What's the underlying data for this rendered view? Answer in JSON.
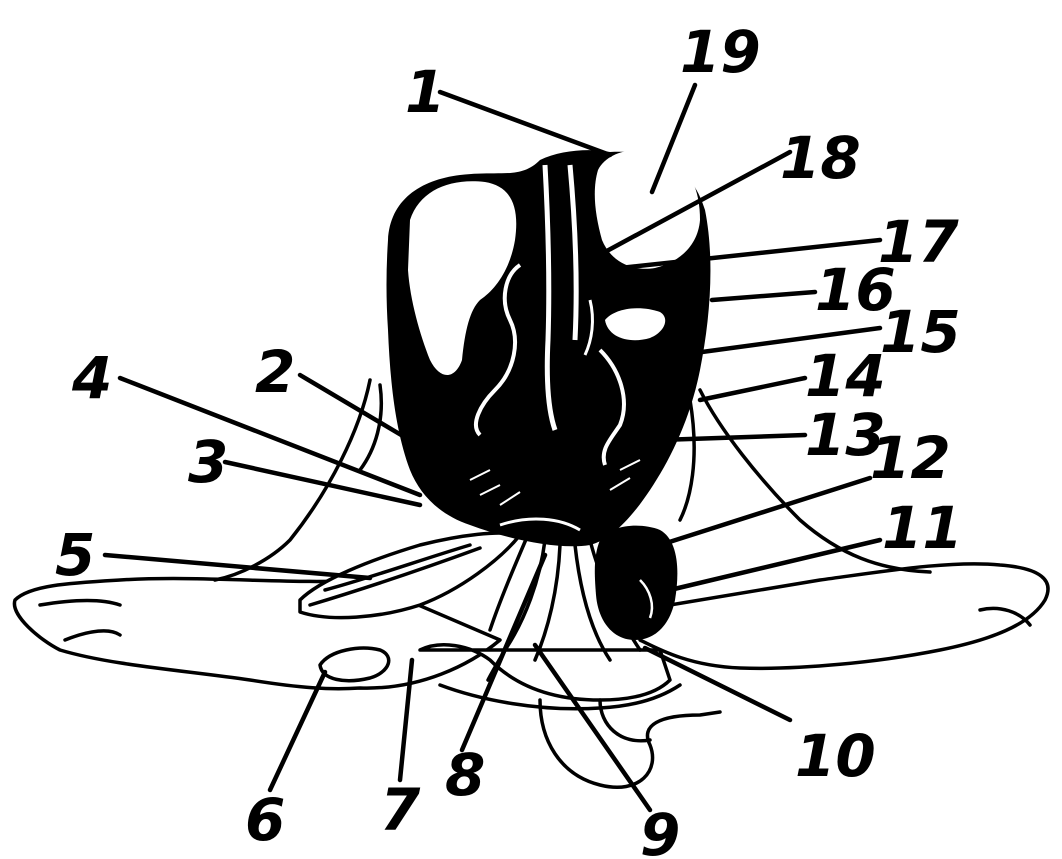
{
  "colors": {
    "ink": "#000000",
    "paper": "#ffffff"
  },
  "labels": {
    "l1": "1",
    "l2": "2",
    "l3": "3",
    "l4": "4",
    "l5": "5",
    "l6": "6",
    "l7": "7",
    "l8": "8",
    "l9": "9",
    "l10": "10",
    "l11": "11",
    "l12": "12",
    "l13": "13",
    "l14": "14",
    "l15": "15",
    "l16": "16",
    "l17": "17",
    "l18": "18",
    "l19": "19"
  }
}
